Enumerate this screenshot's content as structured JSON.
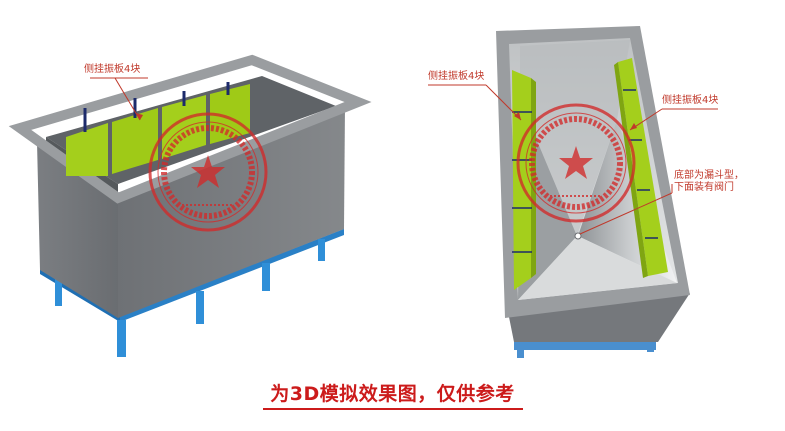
{
  "labels": {
    "left_tank_plates": "侧挂振板4块",
    "right_tank_plates_left": "侧挂振板4块",
    "right_tank_plates_right": "侧挂振板4块",
    "bottom_note_line1": "底部为漏斗型，",
    "bottom_note_line2": "下面装有阀门"
  },
  "caption": "为3D模拟效果图，仅供参考",
  "colors": {
    "tank_gray": "#7a7d80",
    "plate_green": "#a4cf1c",
    "stand_blue": "#2f8fd8",
    "annotation_red": "#c0392b",
    "caption_red": "#cc1b1b"
  }
}
